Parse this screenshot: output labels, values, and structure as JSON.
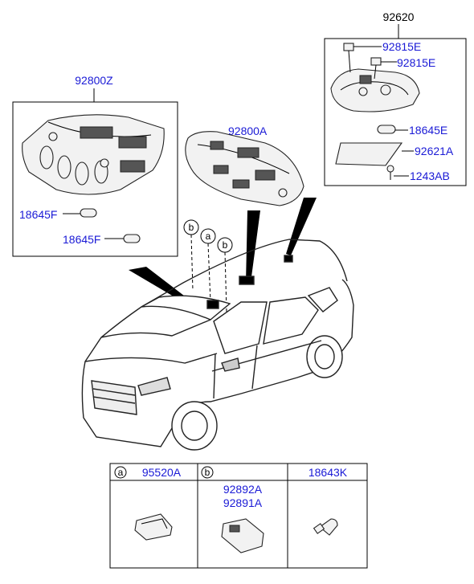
{
  "diagram": {
    "part_labels": {
      "assembly_92620": "92620",
      "clip_upper": "92815E",
      "clip_lower": "92815E",
      "bulb_18645E": "18645E",
      "lens_92621A": "92621A",
      "screw_1243AB": "1243AB",
      "assembly_92800Z": "92800Z",
      "bulb_18645F_1": "18645F",
      "bulb_18645F_2": "18645F",
      "assembly_92800A": "92800A"
    },
    "callouts": {
      "b_left": "b",
      "a_center": "a",
      "b_right": "b"
    },
    "table": {
      "col_a_marker": "a",
      "col_a_part": "95520A",
      "col_b_marker": "b",
      "col_b_part_1": "92892A",
      "col_b_part_2": "92891A",
      "col_c_part": "18643K"
    }
  },
  "colors": {
    "label_blue": "#1a1ad6",
    "line_black": "#000000"
  }
}
